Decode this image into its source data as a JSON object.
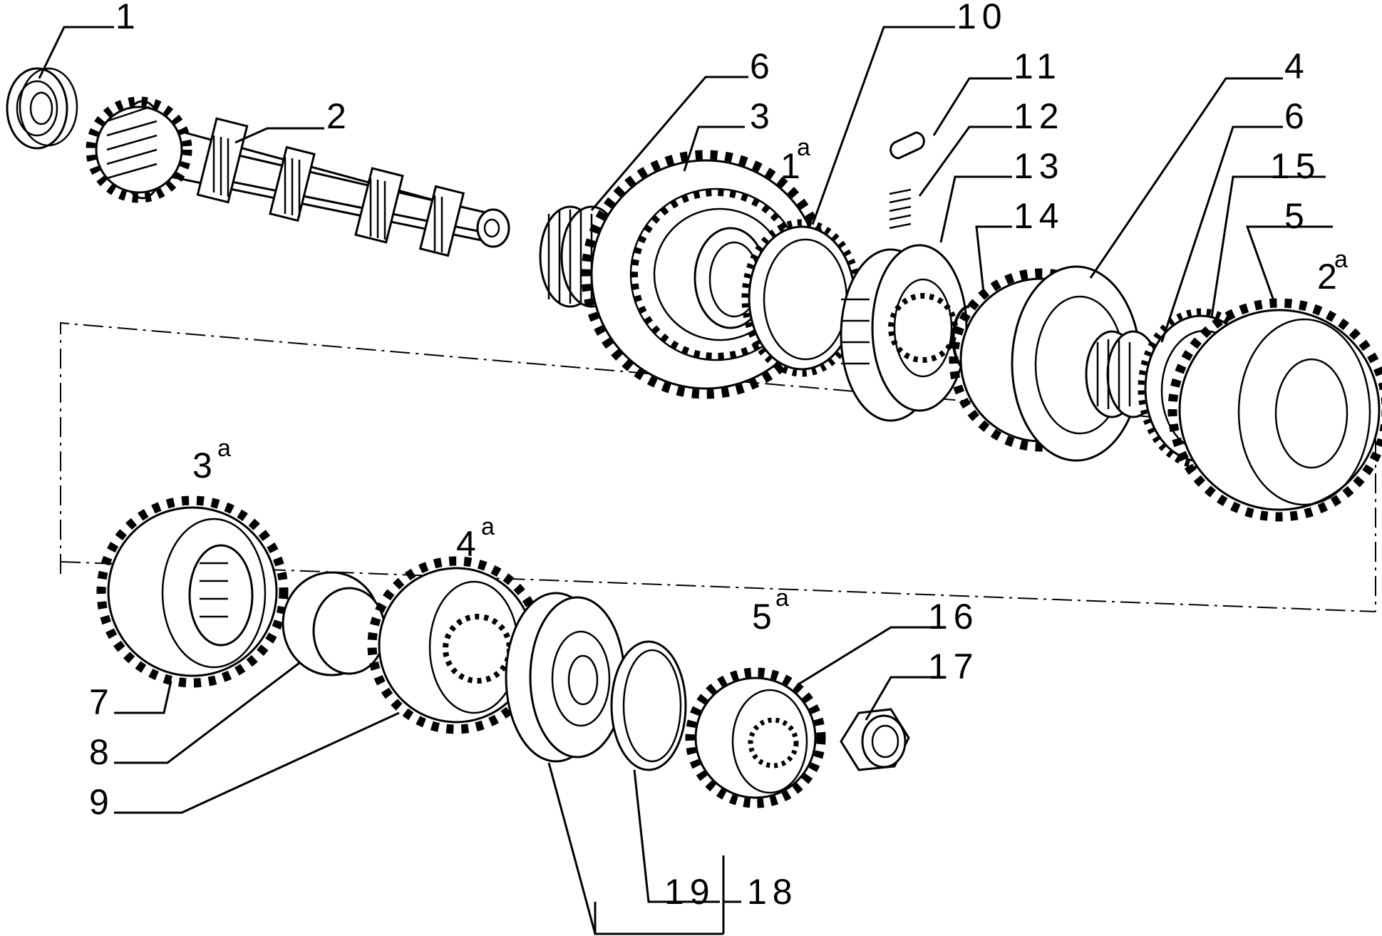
{
  "callouts": {
    "c1": "1",
    "c2": "2",
    "c3": "3",
    "c4": "4",
    "c5": "5",
    "c6a": "6",
    "c6b": "6",
    "c7": "7",
    "c8": "8",
    "c9": "9",
    "c10": "10",
    "c11": "11",
    "c12": "12",
    "c13": "13",
    "c14": "14",
    "c15": "15",
    "c16": "16",
    "c17": "17",
    "c18": "18",
    "c19": "19"
  },
  "gear_labels": {
    "g1": {
      "num": "1",
      "sup": "a"
    },
    "g2": {
      "num": "2",
      "sup": "a"
    },
    "g3": {
      "num": "3",
      "sup": "a"
    },
    "g4": {
      "num": "4",
      "sup": "a"
    },
    "g5": {
      "num": "5",
      "sup": "a"
    }
  }
}
